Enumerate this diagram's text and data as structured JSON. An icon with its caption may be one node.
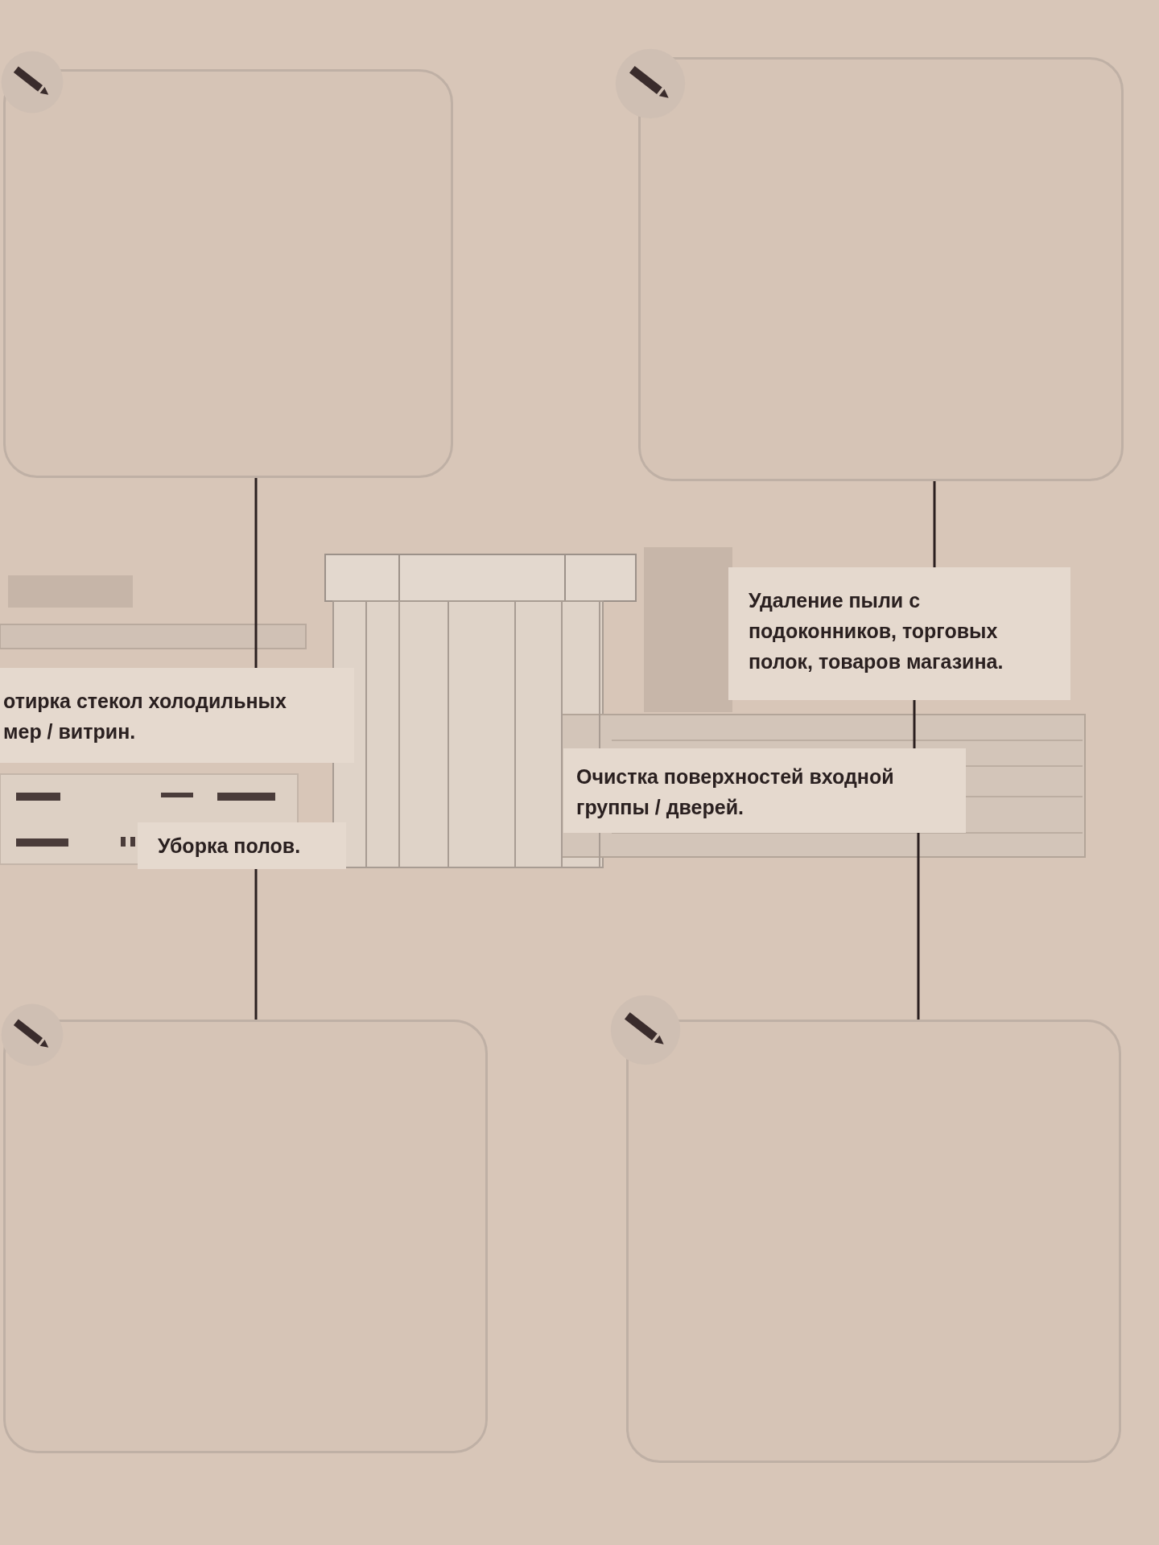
{
  "diagram": {
    "nodes": [
      {
        "text": [],
        "shape": "box"
      },
      {
        "text": [],
        "shape": "box"
      },
      {
        "text": [
          "Удаление пыли с подоконников, торговых полок, товаров магазина."
        ]
      },
      {
        "text": [
          "отирка стекол холодильных мер / витрин."
        ]
      },
      {
        "text": [
          "Очистка поверхностей входной группы / дверей."
        ]
      },
      {
        "text": [
          "Уборка полов."
        ]
      },
      {
        "text": [],
        "shape": "box"
      },
      {
        "text": [],
        "shape": "box"
      }
    ],
    "edges": [
      {
        "from": 0,
        "to": 3,
        "arrow": "none"
      },
      {
        "from": 1,
        "to": 2,
        "arrow": "none"
      },
      {
        "from": 2,
        "to": 4,
        "arrow": "none"
      },
      {
        "from": 4,
        "to": 7,
        "arrow": "none"
      },
      {
        "from": 5,
        "to": 6,
        "arrow": "none"
      }
    ]
  }
}
